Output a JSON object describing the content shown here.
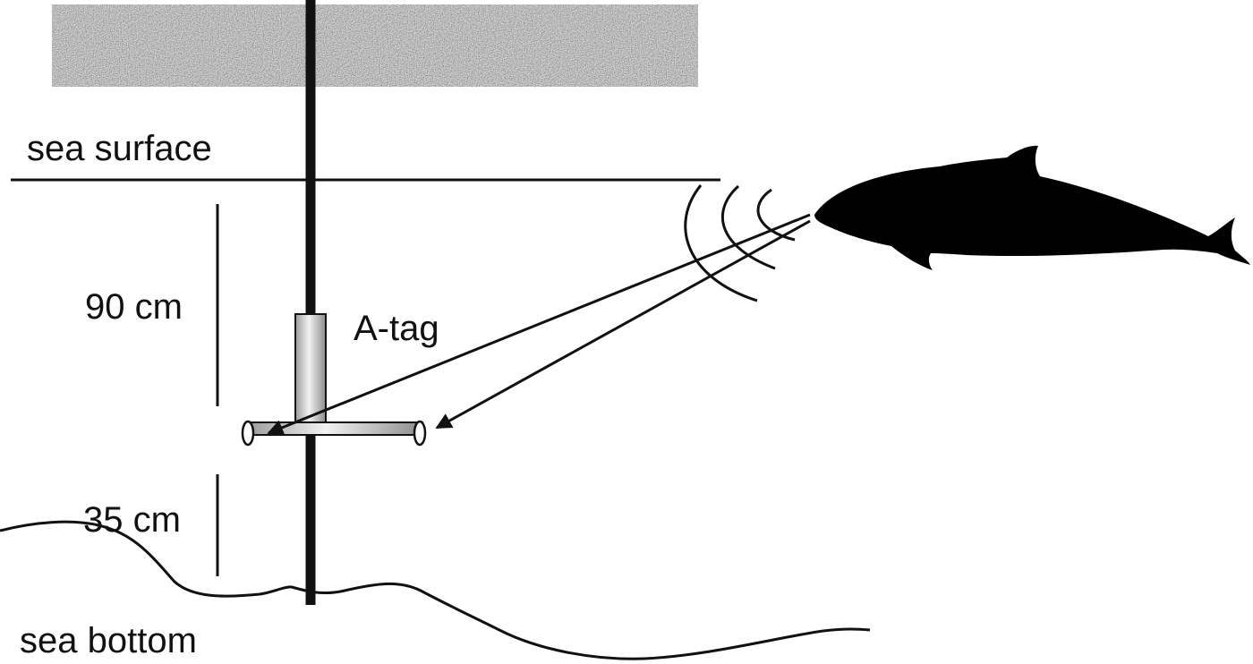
{
  "labels": {
    "sea_surface": "sea surface",
    "depth_upper": "90 cm",
    "instrument": "A-tag",
    "depth_lower": "35 cm",
    "sea_bottom": "sea bottom"
  },
  "colors": {
    "ink": "#111111",
    "platform": "#8a8a8a",
    "tag": "#c9c9c9"
  }
}
